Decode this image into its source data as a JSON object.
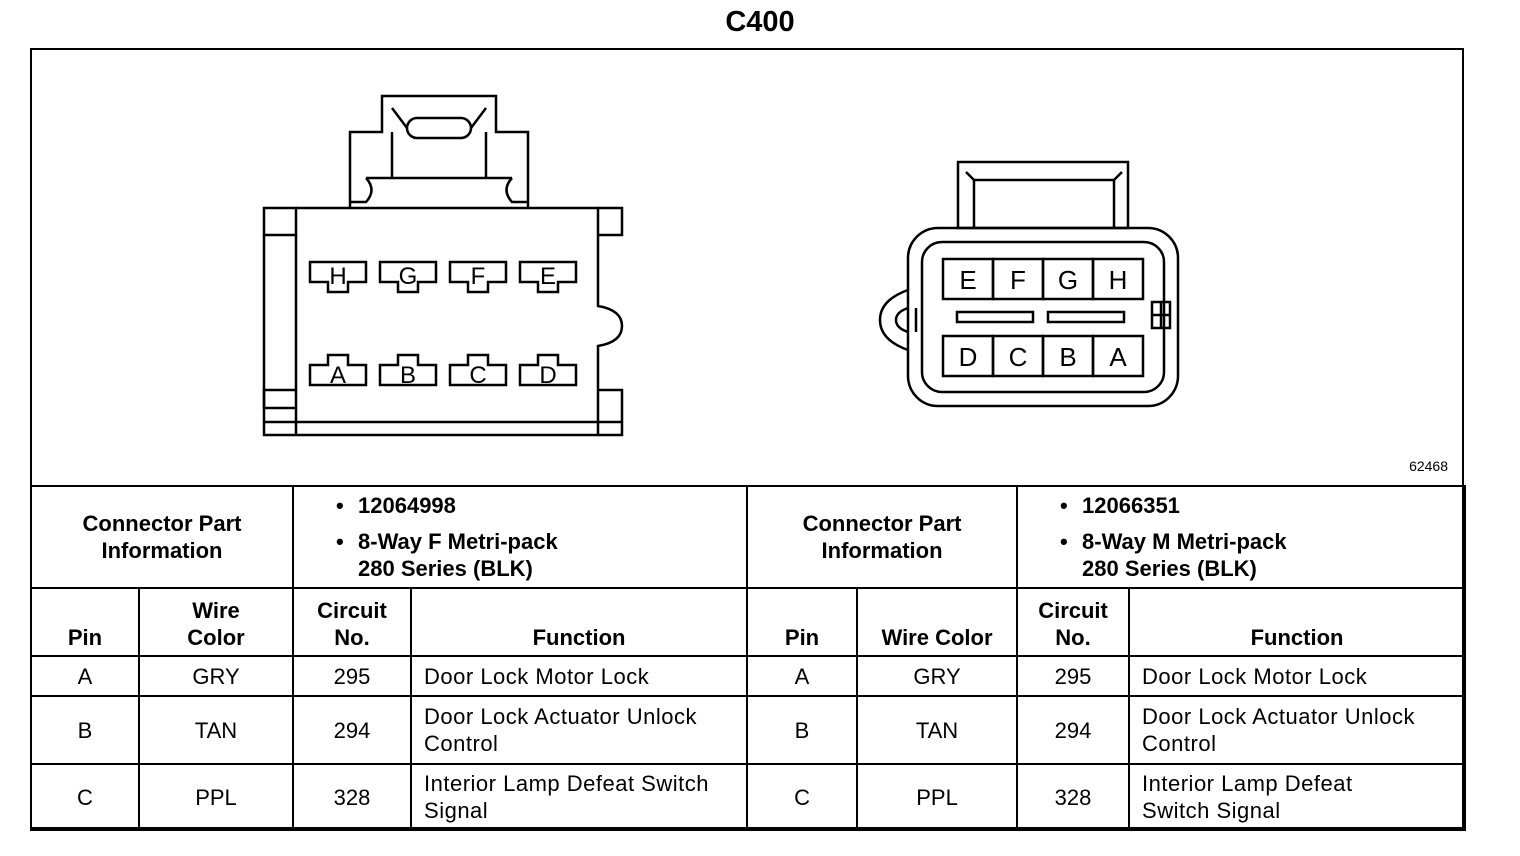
{
  "title": "C400",
  "figure_id": "62468",
  "connector_left": {
    "pins_top": [
      "H",
      "G",
      "F",
      "E"
    ],
    "pins_bottom": [
      "A",
      "B",
      "C",
      "D"
    ]
  },
  "connector_right": {
    "pins_top": [
      "E",
      "F",
      "G",
      "H"
    ],
    "pins_bottom": [
      "D",
      "C",
      "B",
      "A"
    ]
  },
  "table": {
    "left": {
      "part_info_label_1": "Connector Part",
      "part_info_label_2": "Information",
      "part_number": "12064998",
      "desc_line1": "8-Way F Metri-pack",
      "desc_line2": "280 Series (BLK)",
      "headers": {
        "pin": "Pin",
        "wire_color_1": "Wire",
        "wire_color_2": "Color",
        "circuit_1": "Circuit",
        "circuit_2": "No.",
        "function": "Function"
      },
      "rows": [
        {
          "pin": "A",
          "color": "GRY",
          "circuit": "295",
          "func1": "Door Lock Motor Lock",
          "func2": ""
        },
        {
          "pin": "B",
          "color": "TAN",
          "circuit": "294",
          "func1": "Door Lock Actuator Unlock",
          "func2": "Control"
        },
        {
          "pin": "C",
          "color": "PPL",
          "circuit": "328",
          "func1": "Interior Lamp Defeat Switch",
          "func2": "Signal"
        }
      ]
    },
    "right": {
      "part_info_label_1": "Connector Part",
      "part_info_label_2": "Information",
      "part_number": "12066351",
      "desc_line1": "8-Way M Metri-pack",
      "desc_line2": "280 Series (BLK)",
      "headers": {
        "pin": "Pin",
        "wire_color": "Wire Color",
        "circuit_1": "Circuit",
        "circuit_2": "No.",
        "function": "Function"
      },
      "rows": [
        {
          "pin": "A",
          "color": "GRY",
          "circuit": "295",
          "func1": "Door Lock Motor Lock",
          "func2": ""
        },
        {
          "pin": "B",
          "color": "TAN",
          "circuit": "294",
          "func1": "Door Lock Actuator Unlock",
          "func2": "Control"
        },
        {
          "pin": "C",
          "color": "PPL",
          "circuit": "328",
          "func1": "Interior Lamp Defeat",
          "func2": "Switch Signal"
        }
      ]
    }
  }
}
